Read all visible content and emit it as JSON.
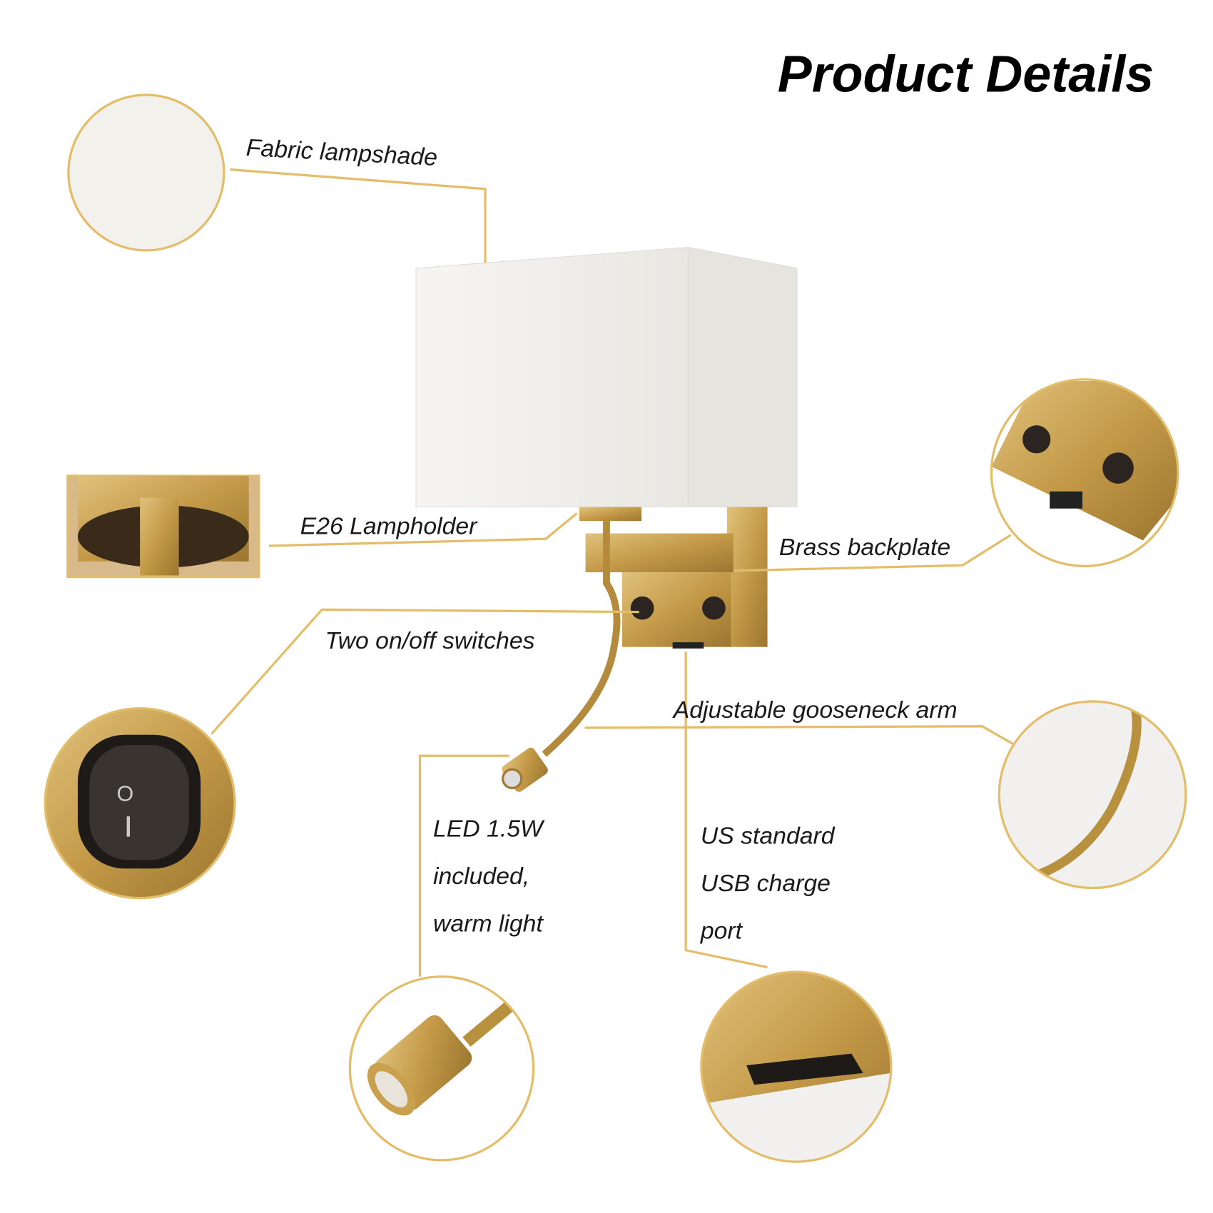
{
  "title": "Product Details",
  "colors": {
    "accent": "#e3bd6a",
    "brass": "#c9a04e",
    "shade": "#f4f3f0"
  },
  "features": {
    "fabric": "Fabric lampshade",
    "lampholder": "E26 Lampholder",
    "backplate": "Brass backplate",
    "switches": "Two on/off switches",
    "gooseneck": "Adjustable gooseneck arm",
    "led": [
      "LED 1.5W",
      "included,",
      "warm light"
    ],
    "usb": [
      "US standard",
      "USB charge",
      "port"
    ]
  }
}
